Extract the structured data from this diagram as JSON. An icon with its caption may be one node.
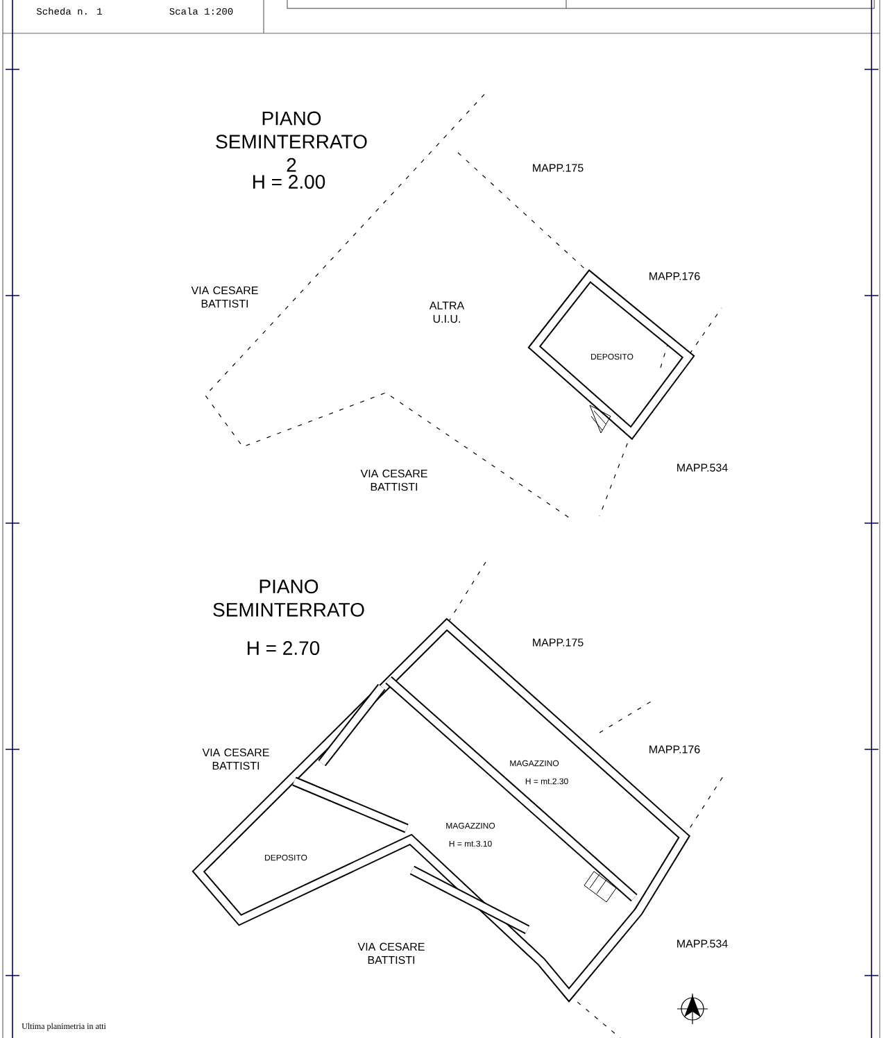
{
  "diagram": {
    "labels": [
      "Scheda n. 1",
      "Scala 1:200",
      "PIANO SEMINTERRATO 2",
      "H = 2.00",
      "MAPP.175",
      "VIA CESARE BATTISTI",
      "ALTRA U.I.U.",
      "MAPP.176",
      "DEPOSITO",
      "VIA CESARE BATTISTI",
      "MAPP.534",
      "PIANO SEMINTERRATO",
      "H = 2.70",
      "MAPP.175",
      "VIA CESARE BATTISTI",
      "MAGAZZINO",
      "H = mt.2.30",
      "MAPP.176",
      "DEPOSITO",
      "MAGAZZINO",
      "H = mt.3.10",
      "VIA CESARE BATTISTI",
      "MAPP.534",
      "Ultima planimetria in atti"
    ]
  }
}
